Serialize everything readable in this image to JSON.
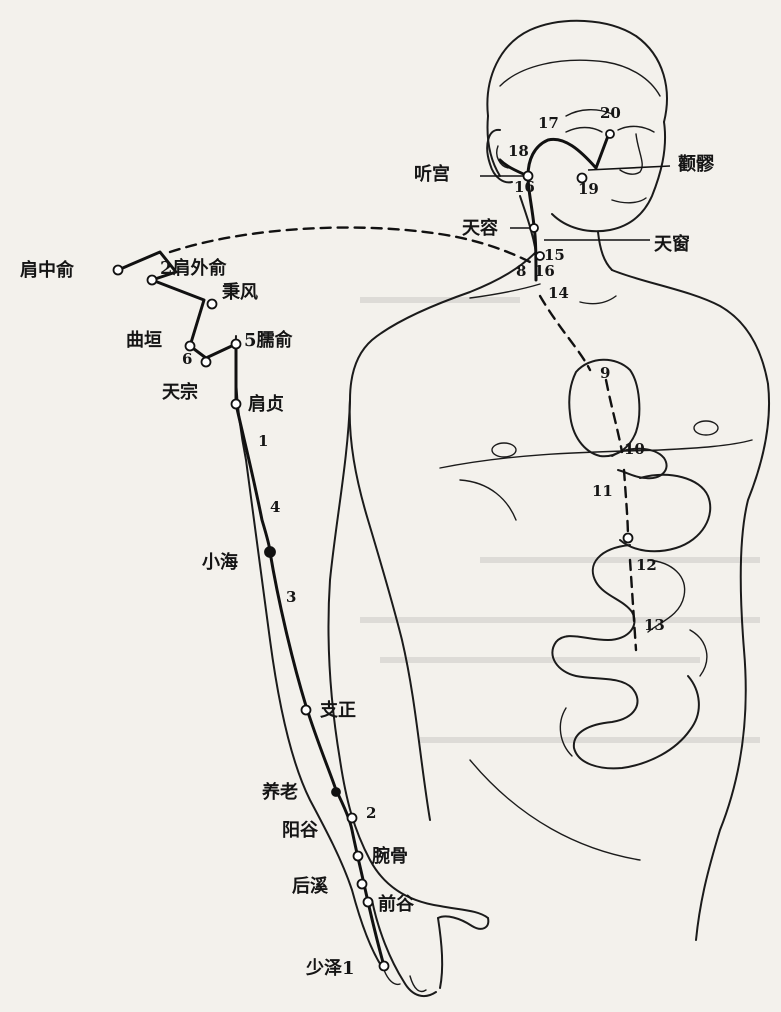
{
  "points": {
    "jianzhongshu": "肩中俞",
    "jianwaishu": "2肩外俞",
    "bingfeng": "秉风",
    "quyuan": "曲垣",
    "quyuan_num": "6",
    "naoshu": "5臑俞",
    "tianzong": "天宗",
    "jianzhen": "肩贞",
    "xiaohai": "小海",
    "zhizheng": "支正",
    "yanglao": "养老",
    "yanggu": "阳谷",
    "wangu": "腕骨",
    "houxi": "后溪",
    "qiangu": "前谷",
    "shaoze": "少泽1",
    "tinggong": "听宫",
    "quanliao": "颧髎",
    "tianrong": "天容",
    "tianchuang": "天窗"
  },
  "numbers": {
    "n1": "1",
    "n2": "2",
    "n3": "3",
    "n4": "4",
    "n8": "8",
    "n9": "9",
    "n10": "10",
    "n11": "11",
    "n12": "12",
    "n13": "13",
    "n14": "14",
    "n15": "15",
    "n16a": "16",
    "n16b": "16",
    "n17": "17",
    "n18": "18",
    "n19": "19",
    "n20": "20"
  }
}
